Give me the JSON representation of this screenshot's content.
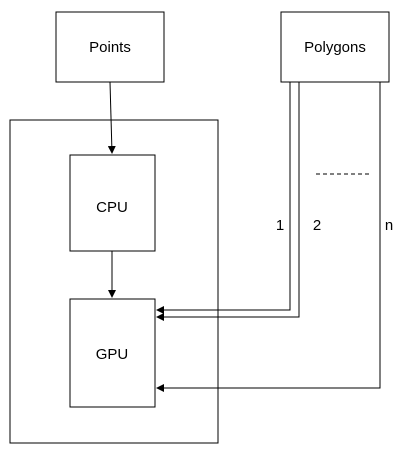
{
  "nodes": {
    "points": "Points",
    "polygons": "Polygons",
    "cpu": "CPU",
    "gpu": "GPU"
  },
  "edge_labels": {
    "first": "1",
    "second": "2",
    "last": "n"
  },
  "colors": {
    "stroke": "#000000",
    "fill": "#ffffff"
  }
}
